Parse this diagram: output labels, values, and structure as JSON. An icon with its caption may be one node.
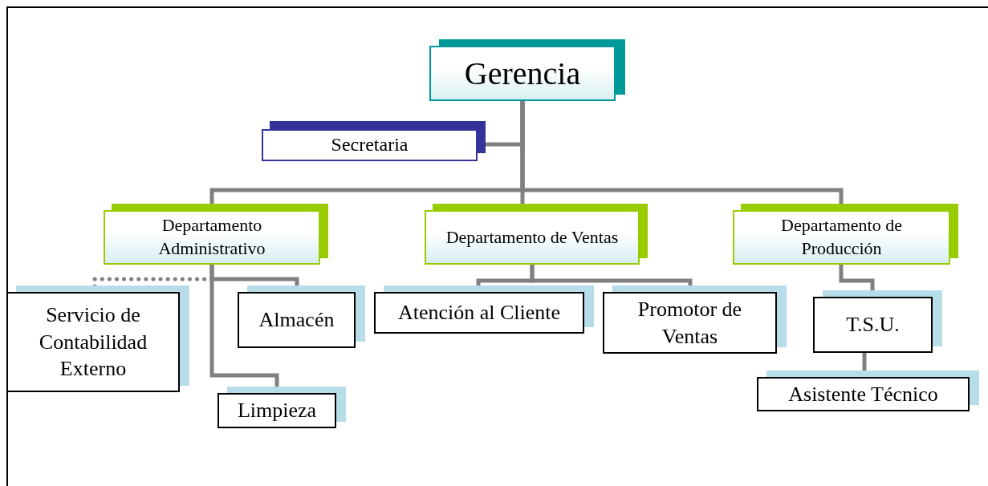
{
  "diagram": {
    "nodes": [
      {
        "text": [
          "Gerencia"
        ]
      },
      {
        "text": [
          "Secretaria"
        ]
      },
      {
        "text": [
          "Departamento Administrativo"
        ]
      },
      {
        "text": [
          "Departamento de Ventas"
        ]
      },
      {
        "text": [
          "Departamento de Producción"
        ]
      },
      {
        "text": [
          "Servicio de Contabilidad Externo"
        ]
      },
      {
        "text": [
          "Almacén"
        ]
      },
      {
        "text": [
          "Limpieza"
        ]
      },
      {
        "text": [
          "Atención al Cliente"
        ]
      },
      {
        "text": [
          "Promotor de Ventas"
        ]
      },
      {
        "text": [
          "T.S.U."
        ]
      },
      {
        "text": [
          "Asistente Técnico"
        ]
      }
    ],
    "edges": [
      {
        "from": 0,
        "to": 1,
        "arrow": "none"
      },
      {
        "from": 0,
        "to": 2,
        "arrow": "none"
      },
      {
        "from": 0,
        "to": 3,
        "arrow": "none"
      },
      {
        "from": 0,
        "to": 4,
        "arrow": "none"
      },
      {
        "from": 2,
        "to": 5,
        "arrow": "none",
        "style": "dashed"
      },
      {
        "from": 2,
        "to": 6,
        "arrow": "none"
      },
      {
        "from": 2,
        "to": 7,
        "arrow": "none"
      },
      {
        "from": 3,
        "to": 8,
        "arrow": "none"
      },
      {
        "from": 3,
        "to": 9,
        "arrow": "none"
      },
      {
        "from": 4,
        "to": 10,
        "arrow": "none"
      },
      {
        "from": 10,
        "to": 11,
        "arrow": "none"
      }
    ]
  }
}
